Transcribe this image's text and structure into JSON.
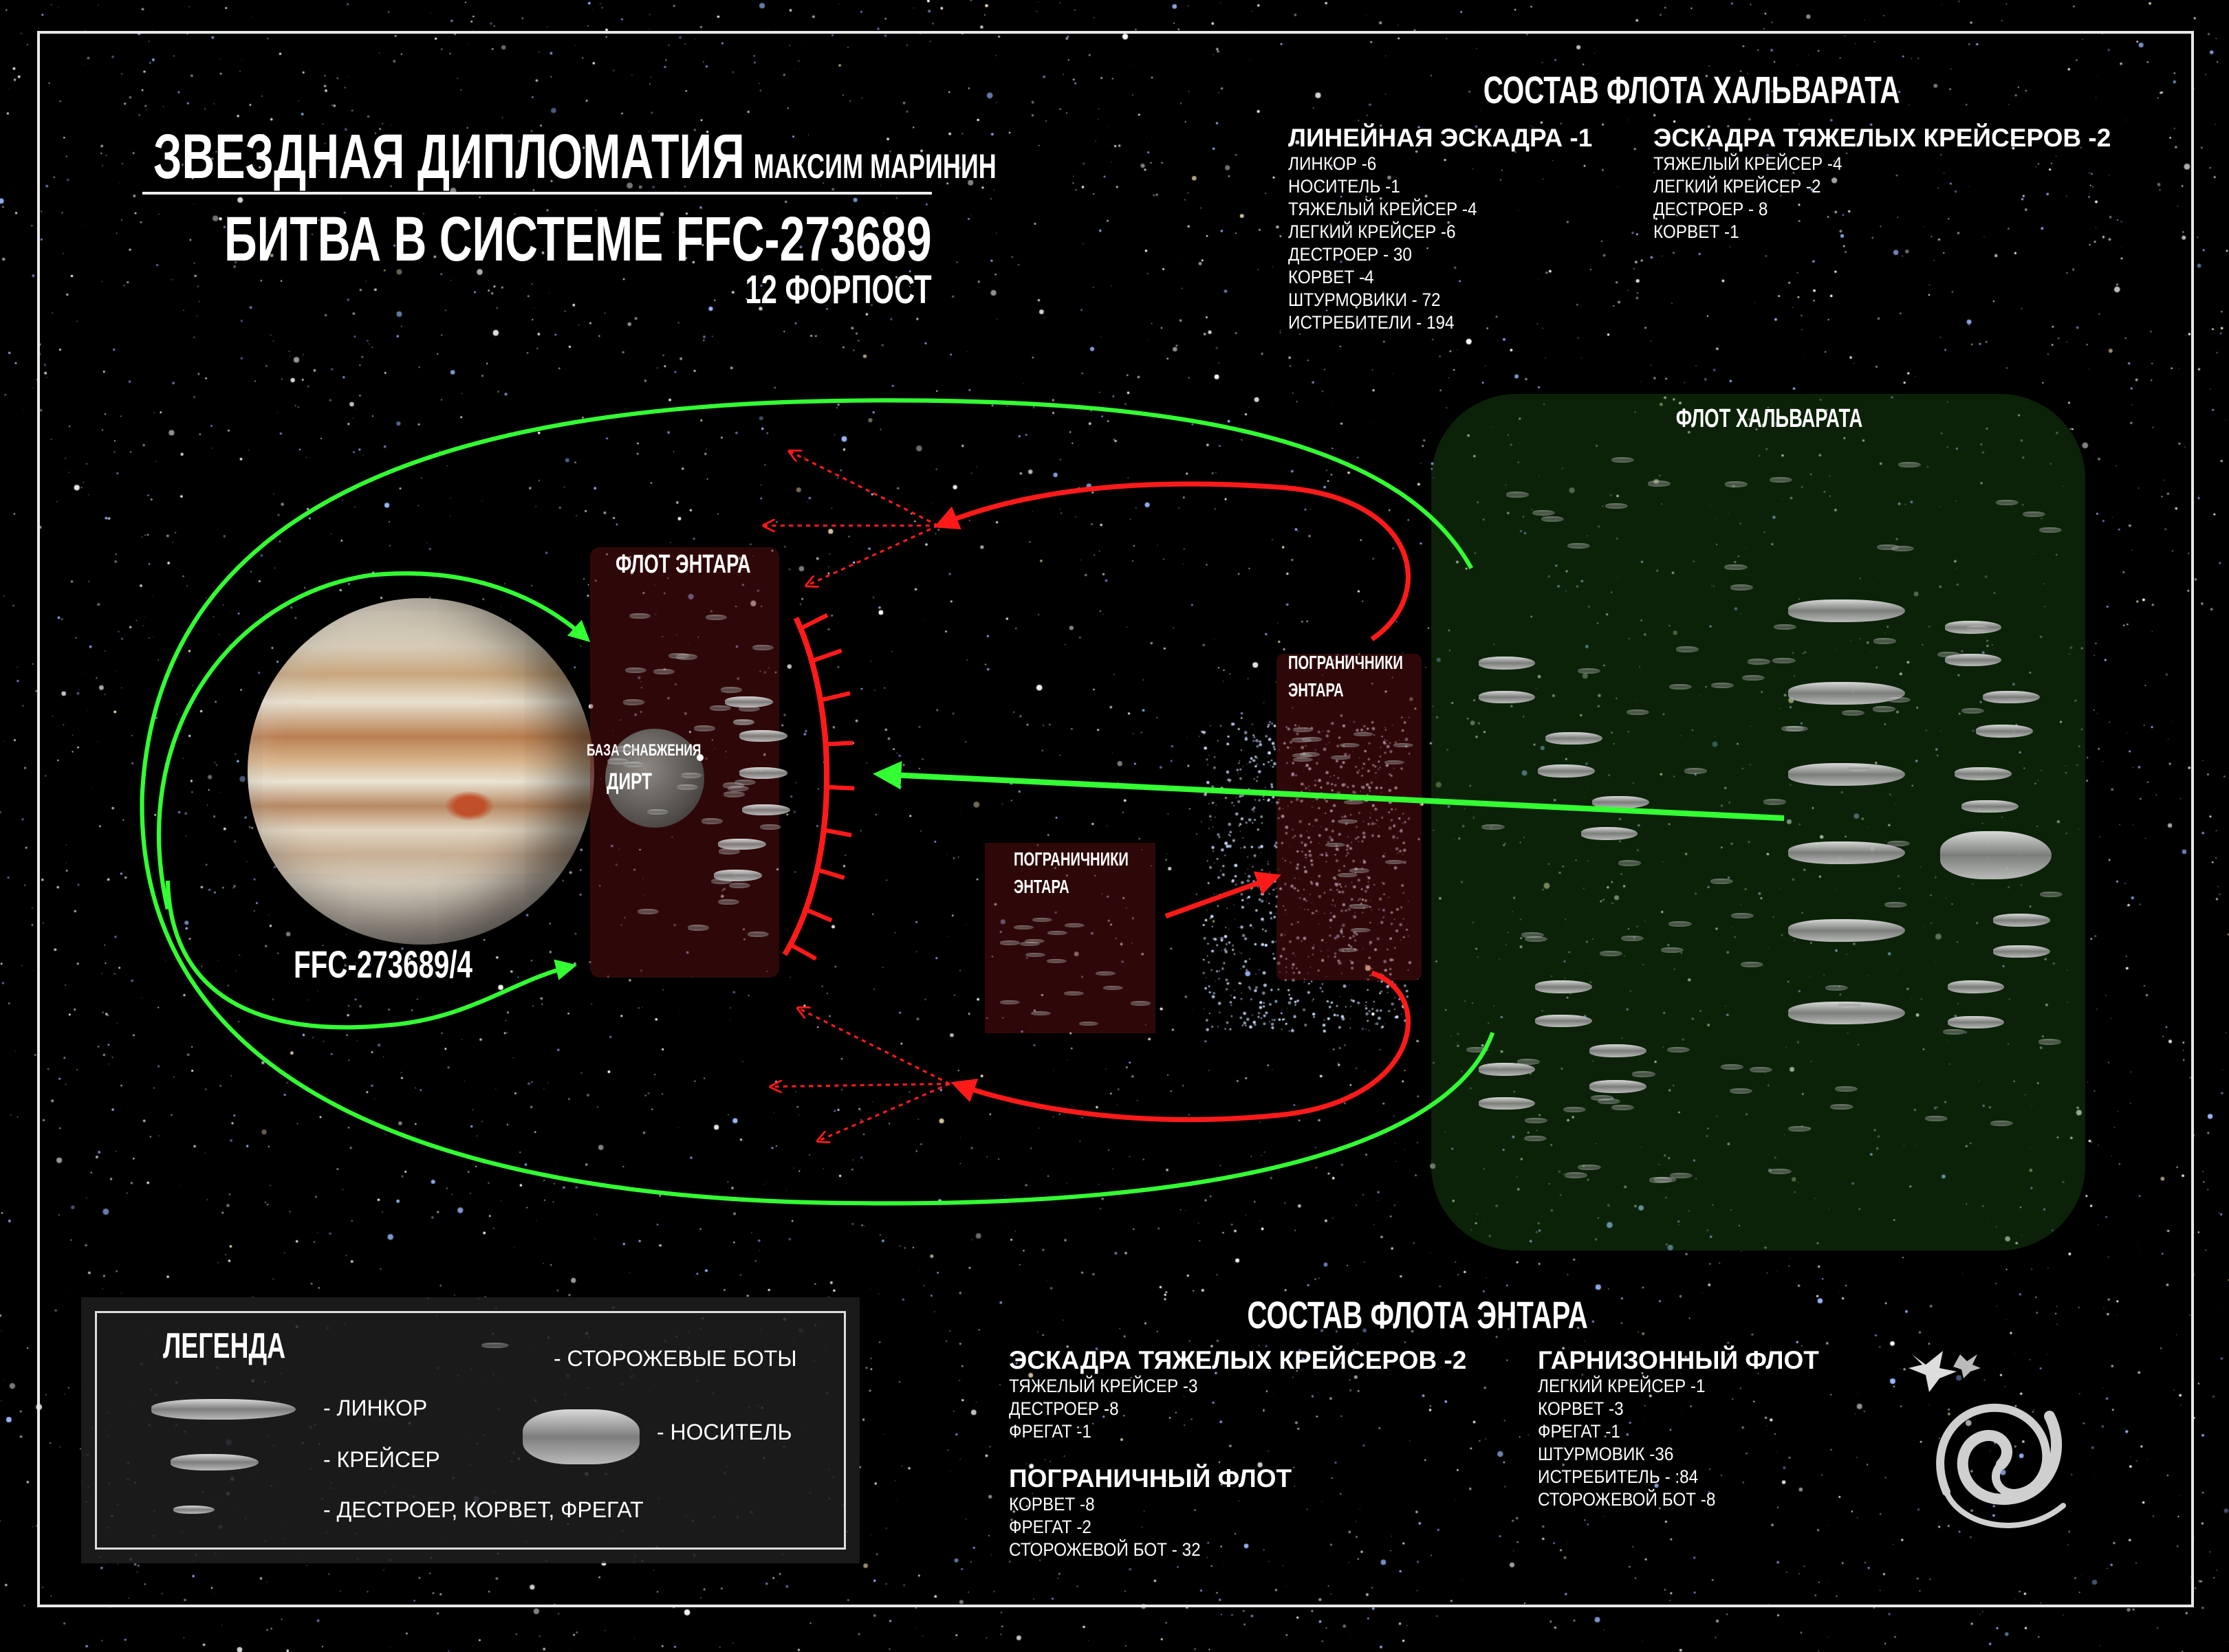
{
  "header": {
    "title": "ЗВЕЗДНАЯ ДИПЛОМАТИЯ",
    "author": "МАКСИМ МАРИНИН",
    "subtitle": "БИТВА В СИСТЕМЕ FFC-273689",
    "chapter": "12 ФОРПОСТ"
  },
  "halvarat_composition": {
    "title": "СОСТАВ ФЛОТА ХАЛЬВАРАТА",
    "groups": [
      {
        "heading": "ЛИНЕЙНАЯ ЭСКАДРА -1",
        "items": [
          "ЛИНКОР -6",
          "НОСИТЕЛЬ -1",
          "ТЯЖЕЛЫЙ КРЕЙСЕР -4",
          "ЛЕГКИЙ КРЕЙСЕР -6",
          "ДЕСТРОЕР - 30",
          "КОРВЕТ -4",
          "ШТУРМОВИКИ - 72",
          "ИСТРЕБИТЕЛИ - 194"
        ]
      },
      {
        "heading": "ЭСКАДРА ТЯЖЕЛЫХ КРЕЙСЕРОВ -2",
        "items": [
          "ТЯЖЕЛЫЙ КРЕЙСЕР -4",
          "ЛЕГКИЙ КРЕЙСЕР -2",
          "ДЕСТРОЕР - 8",
          "КОРВЕТ -1"
        ]
      }
    ]
  },
  "entar_composition": {
    "title": "СОСТАВ ФЛОТА ЭНТАРА",
    "groups": [
      {
        "heading": "ЭСКАДРА ТЯЖЕЛЫХ КРЕЙСЕРОВ -2",
        "items": [
          "ТЯЖЕЛЫЙ КРЕЙСЕР -3",
          "ДЕСТРОЕР -8",
          "ФРЕГАТ -1"
        ]
      },
      {
        "heading": "ПОГРАНИЧНЫЙ ФЛОТ",
        "items": [
          "КОРВЕТ -8",
          "ФРЕГАТ -2",
          "СТОРОЖЕВОЙ БОТ - 32"
        ]
      },
      {
        "heading": "ГАРНИЗОННЫЙ ФЛОТ",
        "items": [
          "ЛЕГКИЙ КРЕЙСЕР -1",
          "КОРВЕТ -3",
          "ФРЕГАТ -1",
          "ШТУРМОВИК -36",
          "ИСТРЕБИТЕЛЬ - :84",
          "СТОРОЖЕВОЙ БОТ -8"
        ]
      }
    ]
  },
  "map": {
    "halvarat_fleet": "ФЛОТ ХАЛЬВАРАТА",
    "entar_fleet": "ФЛОТ ЭНТАРА",
    "border_guards_1": [
      "ПОГРАНИЧНИКИ",
      "ЭНТАРА"
    ],
    "border_guards_2": [
      "ПОГРАНИЧНИКИ",
      "ЭНТАРА"
    ],
    "supply_base": "БАЗА СНАБЖЕНИЯ",
    "moon_name": "ДИРТ",
    "planet_name": "FFC-273689/4"
  },
  "legend": {
    "title": "ЛЕГЕНДА",
    "items": {
      "battleship": "- ЛИНКОР",
      "cruiser": "- КРЕЙСЕР",
      "small": "- ДЕСТРОЕР, КОРВЕТ, ФРЕГАТ",
      "guard_bots": "- СТОРОЖЕВЫЕ БОТЫ",
      "carrier": "- НОСИТЕЛЬ"
    }
  },
  "colors": {
    "attack_arrow": "#ff1a1a",
    "maneuver_arrow": "#33ff33",
    "halvarat_zone": "#1e5a14",
    "entar_zone": "#6e1414"
  }
}
